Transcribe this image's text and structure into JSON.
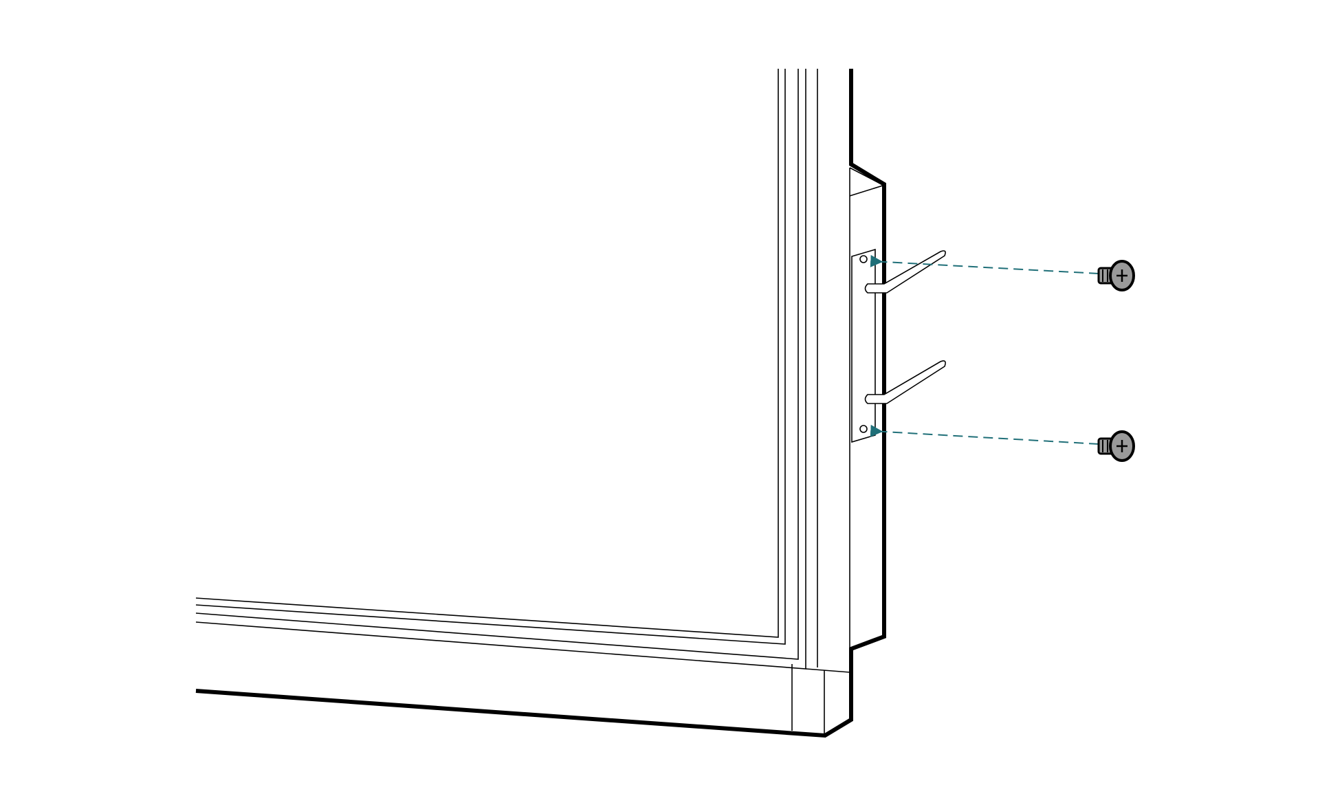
{
  "diagram": {
    "description_free": true,
    "colors": {
      "line": "#000000",
      "background": "#ffffff",
      "arrow": "#1f6f78",
      "screw_fill": "#9a9a9a"
    },
    "icons": [
      "display-panel",
      "handle-bracket",
      "screw-icon",
      "screw-icon",
      "dashed-arrow",
      "dashed-arrow"
    ]
  }
}
